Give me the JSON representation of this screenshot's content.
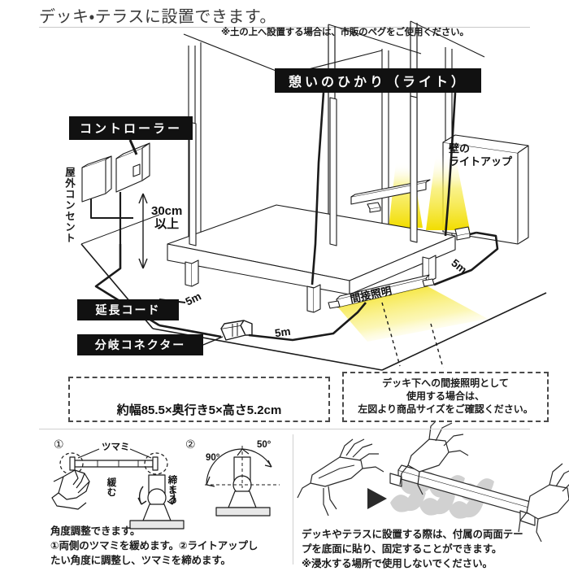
{
  "header": {
    "title": "デッキ・テラスに設置できます。"
  },
  "diagram": {
    "top_note": "※土の上へ設置する場合は、市販のペグをご使用ください。",
    "tags": {
      "controller": "コントローラー",
      "light": "憩いのひかり（ライト）",
      "extension_cord": "延長コード",
      "branch_connector": "分岐コネクター"
    },
    "labels": {
      "outdoor_outlet": "屋外コンセント",
      "wall_lightup": "壁の\nライトアップ",
      "wall_lightup_line1": "壁の",
      "wall_lightup_line2": "ライトアップ",
      "clearance": "30cm\n以上",
      "clearance_line1": "30cm",
      "clearance_line2": "以上",
      "indirect_lighting": "間接照明",
      "cord_len_1": "5m",
      "cord_len_2": "5m",
      "cord_len_3": "5m"
    },
    "callout": {
      "line1": "デッキ下への間接照明として",
      "line2": "使用する場合は、",
      "line3": "左図より商品サイズをご確認ください。"
    },
    "size_box": {
      "dimensions": "約幅85.5×奥行き5×高さ5.2cm"
    }
  },
  "bottom_left": {
    "step1_num": "①",
    "step2_num": "②",
    "knob_label": "ツマミ",
    "loosen_label": "緩む",
    "tighten_label": "締まる",
    "angle_90": "90°",
    "angle_50": "50°",
    "caption_line1": "角度調整できます。",
    "caption_line2": "①両側のツマミを緩めます。②ライトアップし",
    "caption_line3": "たい角度に調整し、ツマミを締めます。"
  },
  "bottom_right": {
    "caption_line1": "デッキやテラスに設置する際は、付属の両面テー",
    "caption_line2": "プを底面に貼り、固定することができます。",
    "caption_line3": "※浸水する場所で使用しないでください。"
  },
  "colors": {
    "tag_background": "#111111",
    "tag_text": "#ffffff",
    "light_glow": "#f5e500",
    "rule": "#c9c9c9",
    "ink": "#1a1a1a"
  },
  "icons": {
    "arrow_right": "play-arrow-icon",
    "dimension_arrow": "double-arrow-icon"
  }
}
